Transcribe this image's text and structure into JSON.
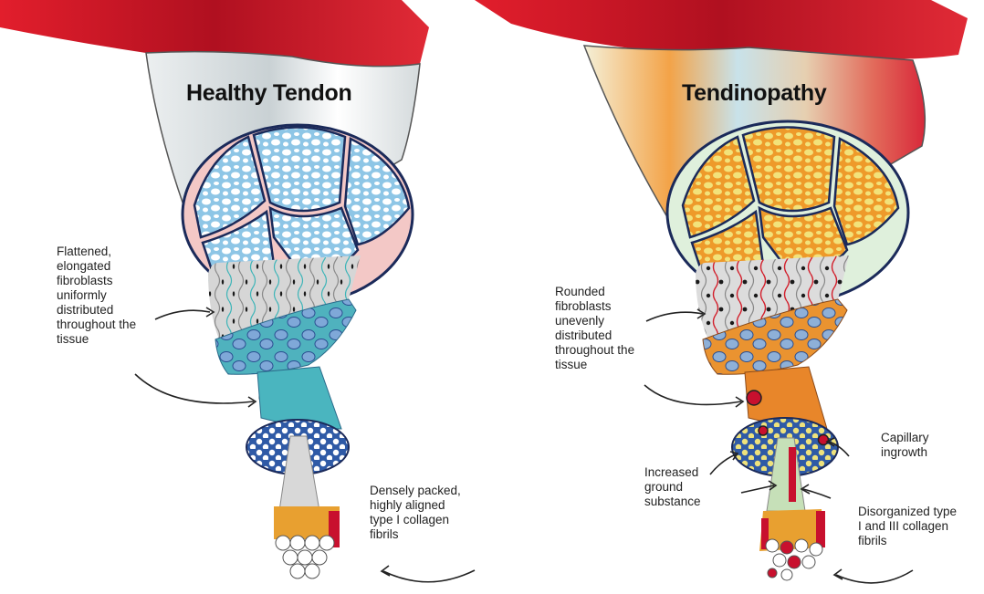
{
  "panels": {
    "healthy": {
      "title": "Healthy Tendon",
      "labels": {
        "fibroblasts": "Flattened,\nelongated\nfibroblasts\nuniformly\ndistributed\nthroughout the\ntissue",
        "collagen": "Densely packed,\nhighly aligned\ntype I collagen\nfibrils"
      }
    },
    "tendinopathy": {
      "title": "Tendinopathy",
      "labels": {
        "fibroblasts": "Rounded\nfibroblasts\nunevenly\ndistributed\nthroughout the\ntissue",
        "capillary": "Capillary\ningrowth",
        "ground_substance": "Increased\nground\nsubstance",
        "collagen": "Disorganized type\nI and III collagen\nfibrils"
      }
    }
  },
  "colors": {
    "muscle_red": "#c8102e",
    "healthy_fascicle": "#bfe0f2",
    "healthy_matrix": "#5ab8c4",
    "diseased_fascicle": "#f0a030",
    "diseased_matrix": "#e98a2a",
    "fibril_blue": "#2a5aa8",
    "collagen_orange": "#e8a030"
  }
}
